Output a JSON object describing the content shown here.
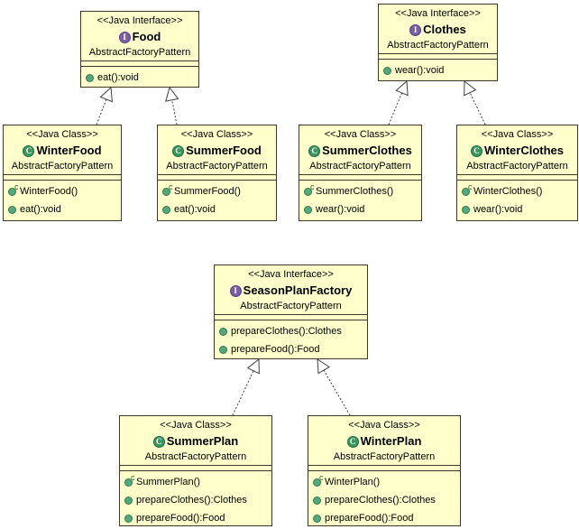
{
  "boxes": {
    "food": {
      "stereotype": "<<Java Interface>>",
      "name": "Food",
      "container": "AbstractFactoryPattern",
      "methods": [
        {
          "label": "eat():void"
        }
      ]
    },
    "clothes": {
      "stereotype": "<<Java Interface>>",
      "name": "Clothes",
      "container": "AbstractFactoryPattern",
      "methods": [
        {
          "label": "wear():void"
        }
      ]
    },
    "winter_food": {
      "stereotype": "<<Java Class>>",
      "name": "WinterFood",
      "container": "AbstractFactoryPattern",
      "methods": [
        {
          "label": "WinterFood()"
        },
        {
          "label": "eat():void"
        }
      ]
    },
    "summer_food": {
      "stereotype": "<<Java Class>>",
      "name": "SummerFood",
      "container": "AbstractFactoryPattern",
      "methods": [
        {
          "label": "SummerFood()"
        },
        {
          "label": "eat():void"
        }
      ]
    },
    "summer_clothes": {
      "stereotype": "<<Java Class>>",
      "name": "SummerClothes",
      "container": "AbstractFactoryPattern",
      "methods": [
        {
          "label": "SummerClothes()"
        },
        {
          "label": "wear():void"
        }
      ]
    },
    "winter_clothes": {
      "stereotype": "<<Java Class>>",
      "name": "WinterClothes",
      "container": "AbstractFactoryPattern",
      "methods": [
        {
          "label": "WinterClothes()"
        },
        {
          "label": "wear():void"
        }
      ]
    },
    "season_plan_factory": {
      "stereotype": "<<Java Interface>>",
      "name": "SeasonPlanFactory",
      "container": "AbstractFactoryPattern",
      "methods": [
        {
          "label": "prepareClothes():Clothes"
        },
        {
          "label": "prepareFood():Food"
        }
      ]
    },
    "summer_plan": {
      "stereotype": "<<Java Class>>",
      "name": "SummerPlan",
      "container": "AbstractFactoryPattern",
      "methods": [
        {
          "label": "SummerPlan()"
        },
        {
          "label": "prepareClothes():Clothes"
        },
        {
          "label": "prepareFood():Food"
        }
      ]
    },
    "winter_plan": {
      "stereotype": "<<Java Class>>",
      "name": "WinterPlan",
      "container": "AbstractFactoryPattern",
      "methods": [
        {
          "label": "WinterPlan()"
        },
        {
          "label": "prepareClothes():Clothes"
        },
        {
          "label": "prepareFood():Food"
        }
      ]
    }
  },
  "icon_glyphs": {
    "interface": "I",
    "class": "C",
    "constructor_marker": "c"
  },
  "relations": [
    {
      "from": "WinterFood",
      "to": "Food",
      "type": "realization"
    },
    {
      "from": "SummerFood",
      "to": "Food",
      "type": "realization"
    },
    {
      "from": "SummerClothes",
      "to": "Clothes",
      "type": "realization"
    },
    {
      "from": "WinterClothes",
      "to": "Clothes",
      "type": "realization"
    },
    {
      "from": "SummerPlan",
      "to": "SeasonPlanFactory",
      "type": "realization"
    },
    {
      "from": "WinterPlan",
      "to": "SeasonPlanFactory",
      "type": "realization"
    }
  ],
  "colors": {
    "box_fill": "#FFFFCC",
    "box_border": "#413729",
    "interface_icon": "#7B5EA7",
    "class_icon": "#37985E",
    "method_icon": "#55A87B",
    "connector": "#3F3F3F"
  }
}
